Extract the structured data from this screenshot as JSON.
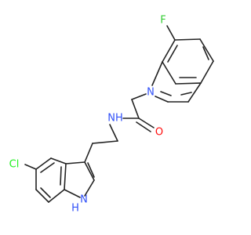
{
  "molecule": {
    "atoms": {
      "fluorine": "F",
      "oxygen": "O",
      "amide_nitrogen": "NH",
      "indole_nitrogen": "N",
      "chlorine": "Cl",
      "indole_nh": "H",
      "indole_nh_n": "N"
    },
    "colors": {
      "bond": "#222222",
      "fluorine": "#33CC33",
      "oxygen": "#FF0D0D",
      "nitrogen": "#3050F8",
      "chlorine": "#1FF01F"
    }
  }
}
